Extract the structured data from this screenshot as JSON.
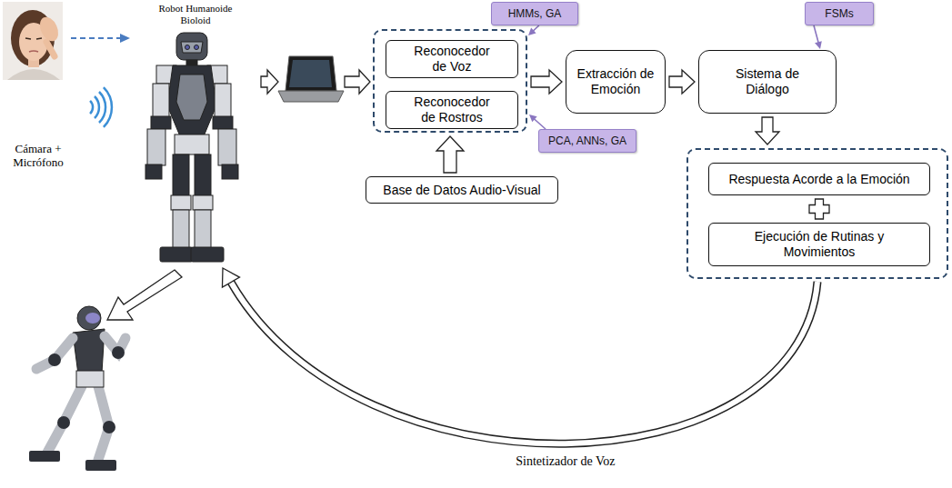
{
  "diagram": {
    "nodes": [
      {
        "text": [
          "Cámara + Micrófono"
        ]
      },
      {
        "text": [
          "Robot Humanoide Bioloid"
        ]
      },
      {
        "text": [
          "HMMs, GA"
        ]
      },
      {
        "text": []
      },
      {
        "text": [
          "Reconocedor de Voz"
        ],
        "in": 3
      },
      {
        "text": [
          "Reconocedor de Rostros"
        ],
        "in": 3
      },
      {
        "text": [
          "PCA, ANNs, GA"
        ]
      },
      {
        "text": [
          "Base de Datos Audio-Visual"
        ]
      },
      {
        "text": [
          "Extracción de Emoción"
        ]
      },
      {
        "text": [
          "FSMs"
        ]
      },
      {
        "text": [
          "Sistema de Diálogo"
        ]
      },
      {
        "text": []
      },
      {
        "text": [
          "Respuesta Acorde a la Emoción"
        ],
        "in": 11
      },
      {
        "text": [
          "Ejecución de Rutinas y Movimientos"
        ],
        "in": 11
      }
    ],
    "edges": [
      {
        "from": 0,
        "to": 1,
        "arrow": "to"
      },
      {
        "from": 1,
        "to": 3,
        "arrow": "to"
      },
      {
        "from": 2,
        "to": 3,
        "arrow": "to"
      },
      {
        "from": 6,
        "to": 3,
        "arrow": "to"
      },
      {
        "from": 7,
        "to": 3,
        "arrow": "to"
      },
      {
        "from": 3,
        "to": 8,
        "arrow": "to"
      },
      {
        "from": 8,
        "to": 10,
        "arrow": "to"
      },
      {
        "from": 9,
        "to": 10,
        "arrow": "to"
      },
      {
        "from": 10,
        "to": 11,
        "arrow": "to"
      },
      {
        "from": 11,
        "to": 1,
        "label": "Sintetizador de Voz",
        "arrow": "to"
      }
    ]
  }
}
